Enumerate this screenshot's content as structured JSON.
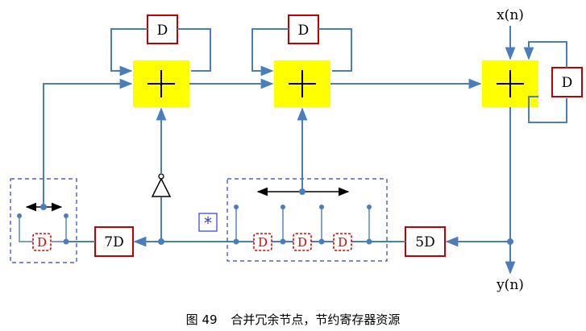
{
  "labels": {
    "input": "x(n)",
    "output": "y(n)",
    "delay": "D",
    "delay_7": "7D",
    "delay_5": "5D",
    "star": "*",
    "adder_symbol": "+"
  },
  "caption": {
    "figure": "图 49",
    "text": "合并冗余节点，节约寄存器资源"
  },
  "colors": {
    "wire": "#4a7ebb",
    "adder_fill": "#ffff00",
    "delay_border": "#c00000",
    "dashed_box": "#2b3fd1"
  }
}
